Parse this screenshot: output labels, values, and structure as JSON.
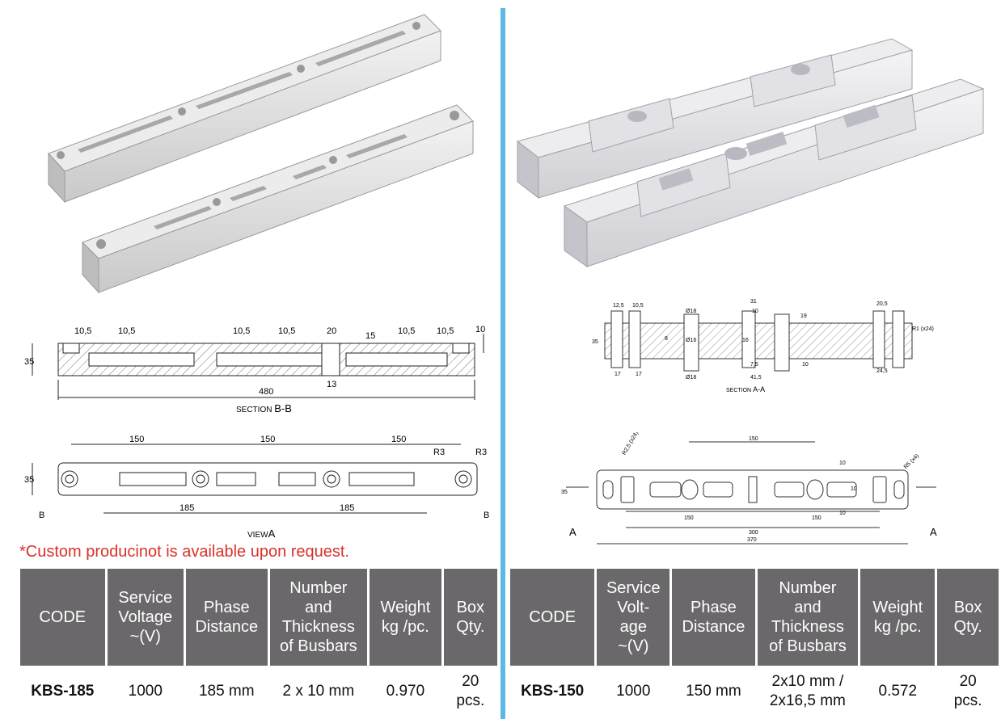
{
  "left": {
    "dims_section": {
      "a1": "10,5",
      "a2": "10,5",
      "a3": "10,5",
      "a4": "10,5",
      "a5": "10,5",
      "a6": "10,5",
      "b": "20",
      "c": "15",
      "d": "10",
      "h": "35",
      "w13": "13",
      "len": "480",
      "caption_prefix": "SECTION",
      "caption_main": "B-B"
    },
    "dims_view": {
      "p1": "150",
      "p2": "150",
      "p3": "150",
      "r1": "R3",
      "r2": "R3",
      "h": "35",
      "s1": "185",
      "s2": "185",
      "b1": "B",
      "b2": "B",
      "caption_prefix": "VIEW",
      "caption_main": "A"
    },
    "note": "*Custom producinot is available upon request.",
    "table": {
      "headers": [
        "CODE",
        "Service\nVoltage\n~(V)",
        "Phase\nDistance",
        "Number\nand\nThickness\nof Busbars",
        "Weight\nkg /pc.",
        "Box\nQty."
      ],
      "row": [
        "KBS-185",
        "1000",
        "185 mm",
        "2 x 10 mm",
        "0.970",
        "20\npcs."
      ]
    }
  },
  "right": {
    "dims_section": {
      "d1": "12,5",
      "d2": "10,5",
      "d3": "Ø18",
      "d4": "31",
      "d5": "10",
      "d6": "19",
      "d7": "20,5",
      "d8": "R1 (x24)",
      "d9": "35",
      "d10": "8",
      "d11": "Ø16",
      "d12": "16",
      "d13": "17",
      "d14": "17",
      "d15": "Ø18",
      "d16": "7,5",
      "d17": "41,5",
      "d18": "10",
      "d19": "24,5",
      "caption_prefix": "SECTION",
      "caption_main": "A-A"
    },
    "dims_view": {
      "p": "150",
      "r1": "R2,5 (x24)",
      "r2": "R5 (x4)",
      "h": "35",
      "t1": "10",
      "t2": "10",
      "t3": "10",
      "s1": "150",
      "s2": "150",
      "s3": "300",
      "len": "370",
      "a1": "A",
      "a2": "A"
    },
    "table": {
      "headers": [
        "CODE",
        "Service\nVolt-\nage\n~(V)",
        "Phase\nDistance",
        "Number\nand\nThickness\nof Busbars",
        "Weight\nkg /pc.",
        "Box\nQty."
      ],
      "row": [
        "KBS-150",
        "1000",
        "150 mm",
        "2x10 mm /\n2x16,5 mm",
        "0.572",
        "20\npcs."
      ]
    }
  },
  "colors": {
    "divider": "#5cb8e4",
    "header_bg": "#6a686a",
    "note": "#d8322a"
  }
}
